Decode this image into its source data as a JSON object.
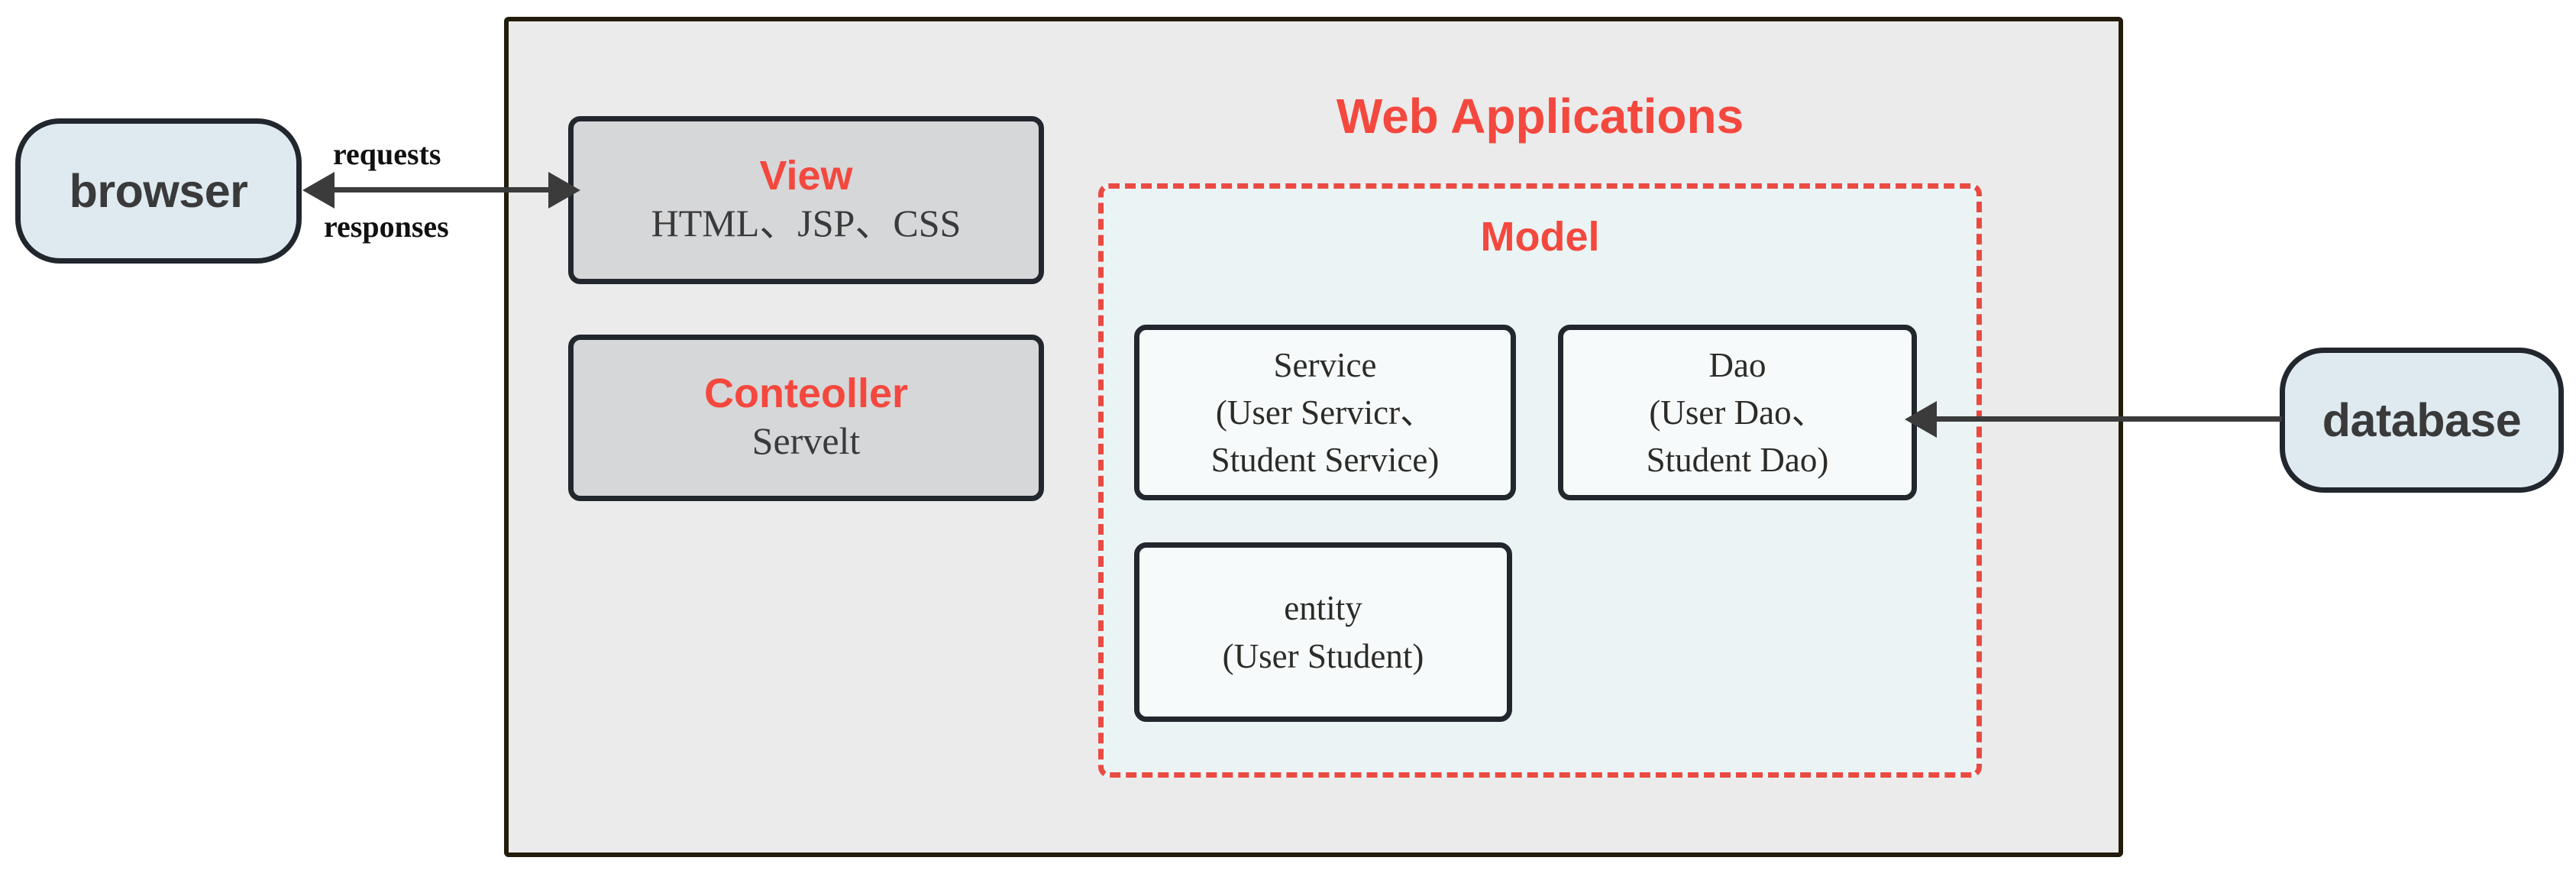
{
  "diagram": {
    "container": {
      "title": "Web Applications",
      "accent_color": "#f4483e",
      "fill_color": "#ebebeb",
      "border_color": "#231c0c"
    },
    "external_nodes": [
      {
        "id": "browser",
        "label": "browser",
        "fill_color": "#dfeaf0"
      },
      {
        "id": "database",
        "label": "database",
        "fill_color": "#dfeaf0"
      }
    ],
    "mvc_boxes": [
      {
        "id": "view",
        "title": "View",
        "subtitle": "HTML、JSP、CSS",
        "fill_color": "#d6d7d9"
      },
      {
        "id": "controller",
        "title": "Conteoller",
        "subtitle": "Servelt",
        "fill_color": "#d6d7d9"
      }
    ],
    "model_region": {
      "title": "Model",
      "border_style": "dashed",
      "border_color": "#ea4a42",
      "fill_color": "#eaf4f4",
      "boxes": [
        {
          "id": "service",
          "lines": [
            "Service",
            "(User Servicr、",
            "Student Service)"
          ]
        },
        {
          "id": "dao",
          "lines": [
            "Dao",
            "(User Dao、",
            "Student Dao)"
          ]
        },
        {
          "id": "entity",
          "lines": [
            "entity",
            "(User Student)"
          ]
        }
      ]
    },
    "connections": [
      {
        "id": "browser-view",
        "from": "browser",
        "to": "view",
        "direction": "bidirectional",
        "label_top": "requests",
        "label_bottom": "responses"
      },
      {
        "id": "database-dao",
        "from": "database",
        "to": "dao",
        "direction": "to-dao",
        "label_top": "",
        "label_bottom": ""
      }
    ]
  }
}
